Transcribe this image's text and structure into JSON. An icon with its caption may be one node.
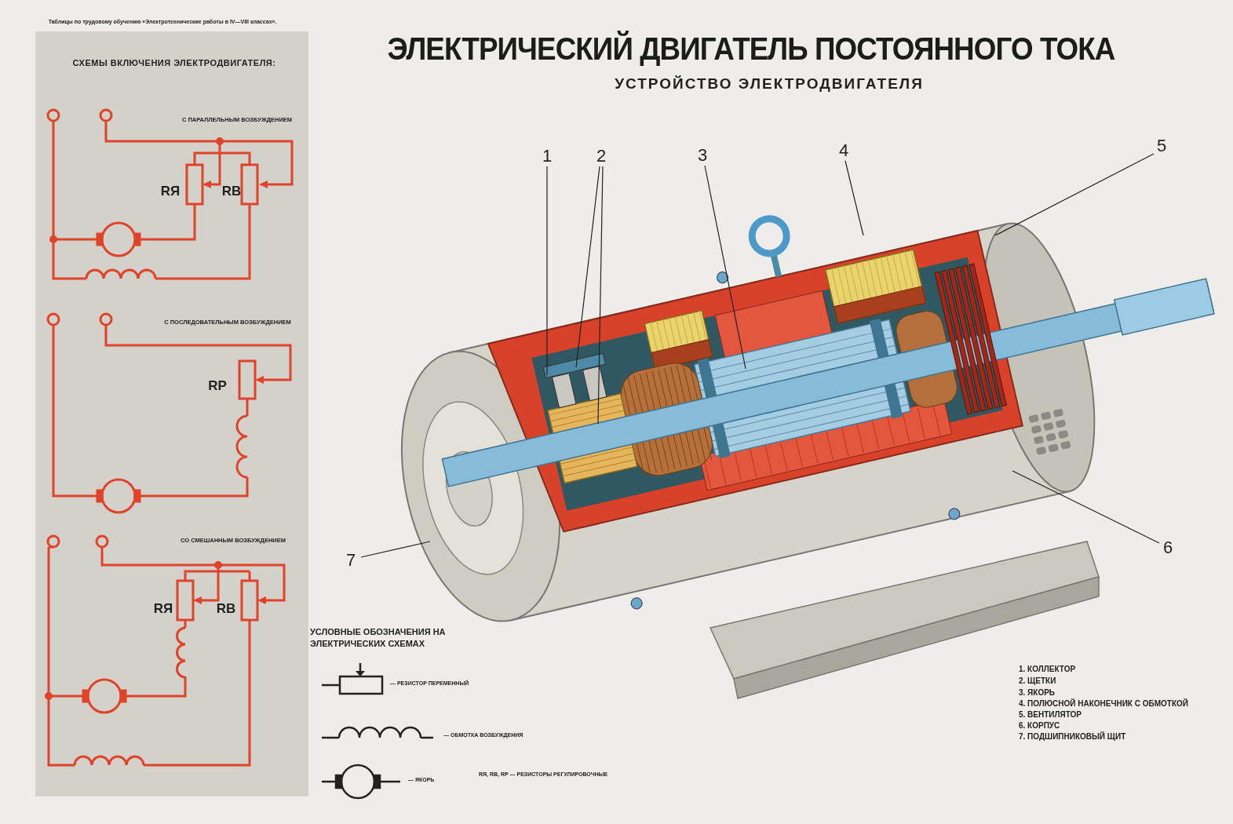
{
  "diagram": {
    "title": "ЭЛЕКТРИЧЕСКИЙ ДВИГАТЕЛЬ ПОСТОЯННОГО ТОКА",
    "nodes": [
      {
        "text": [
          "СХЕМЫ ВКЛЮЧЕНИЯ ЭЛЕКТРОДВИГАТЕЛЯ:",
          "С ПАРАЛЛЕЛЬНЫМ ВОЗБУЖДЕНИЕМ",
          "RЯ",
          "RB",
          "С ПОСЛЕДОВАТЕЛЬНЫМ ВОЗБУЖДЕНИЕМ",
          "RP",
          "СО СМЕШАННЫМ ВОЗБУЖДЕНИЕМ",
          "RЯ",
          "RB"
        ]
      },
      {
        "text": [
          "1"
        ]
      },
      {
        "text": [
          "2"
        ]
      },
      {
        "text": [
          "3"
        ]
      },
      {
        "text": [
          "4"
        ]
      },
      {
        "text": [
          "5"
        ]
      },
      {
        "text": [
          "6"
        ]
      },
      {
        "text": [
          "7"
        ]
      }
    ],
    "edges": [
      {
        "from": 1,
        "to": null,
        "arrow": "none"
      },
      {
        "from": 2,
        "to": null,
        "arrow": "none"
      },
      {
        "from": 2,
        "to": null,
        "arrow": "none"
      },
      {
        "from": 3,
        "to": null,
        "arrow": "none"
      },
      {
        "from": 4,
        "to": null,
        "arrow": "none"
      },
      {
        "from": 5,
        "to": null,
        "arrow": "none"
      },
      {
        "from": 6,
        "to": null,
        "arrow": "none"
      },
      {
        "from": 7,
        "to": null,
        "arrow": "none"
      }
    ],
    "labels": [
      "Таблицы по трудовому обучению «Электротехнические работы в IV—VIII классах».",
      "УСТРОЙСТВО ЭЛЕКТРОДВИГАТЕЛЯ",
      "УСЛОВНЫЕ ОБОЗНАЧЕНИЯ НА ЭЛЕКТРИЧЕСКИХ СХЕМАХ",
      "RЯ, RB, RP — РЕЗИСТОРЫ РЕГУЛИРОВОЧНЫЕ",
      "1. КОЛЛЕКТОР",
      "2. ЩЕТКИ",
      "3. ЯКОРЬ",
      "4. ПОЛЮСНОЙ НАКОНЕЧНИК С ОБМОТКОЙ",
      "5. ВЕНТИЛЯТОР",
      "6. КОРПУС",
      "7. ПОДШИПНИКОВЫЙ ЩИТ"
    ],
    "legend": [
      {
        "text": "— РЕЗИСТОР ПЕРЕМЕННЫЙ"
      },
      {
        "text": "— ОБМОТКА ВОЗБУЖДЕНИЯ"
      },
      {
        "text": "— ЯКОРЬ"
      }
    ]
  }
}
